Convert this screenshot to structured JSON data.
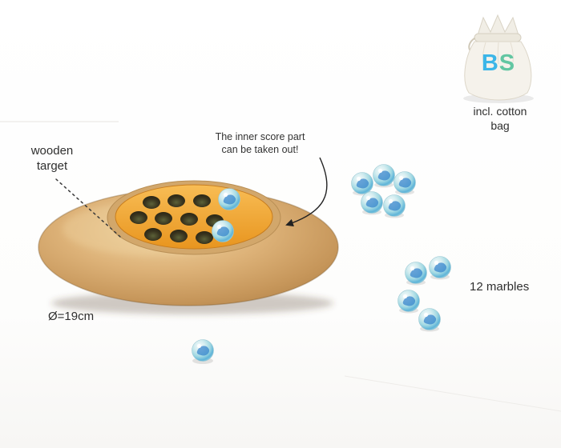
{
  "labels": {
    "target_l1": "wooden",
    "target_l2": "target",
    "note_l1": "The inner score part",
    "note_l2": "can be taken out!",
    "diameter": "Ø=19cm",
    "marbles": "12 marbles",
    "bag_l1": "incl. cotton",
    "bag_l2": "bag",
    "logo_b": "B",
    "logo_s": "S"
  },
  "colors": {
    "wood": "#d9ab6e",
    "insert": "#f2a32f",
    "marble": "#5fb4d8",
    "logo_blue": "#3cb6e8",
    "logo_green": "#62c6a2",
    "background": "#ffffff"
  }
}
